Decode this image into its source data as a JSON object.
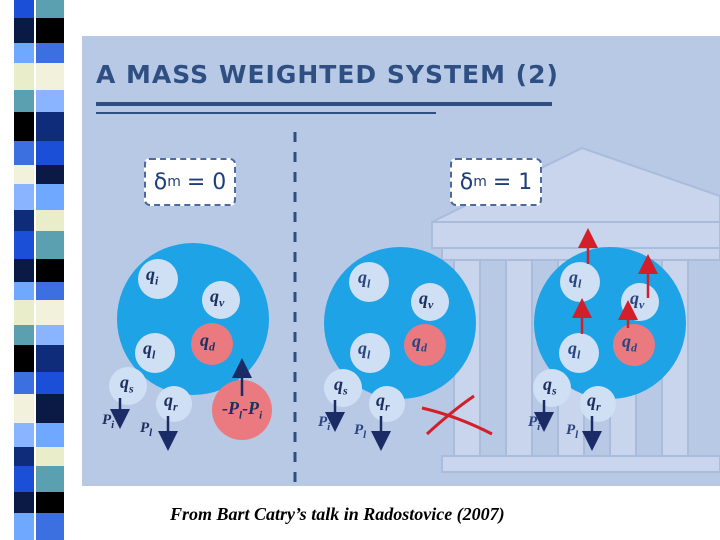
{
  "title": "A MASS WEIGHTED SYSTEM (2)",
  "panels": [
    {
      "delta": "δ",
      "sub": "m",
      "eq": "= 0"
    },
    {
      "delta": "δ",
      "sub": "m",
      "eq": "= 1"
    }
  ],
  "labels": {
    "qi": "q",
    "qi_sub": "i",
    "qv": "q",
    "qv_sub": "v",
    "ql": "q",
    "ql_sub": "l",
    "qd": "q",
    "qd_sub": "d",
    "qs": "q",
    "qs_sub": "s",
    "qr": "q",
    "qr_sub": "r",
    "Pi": "P",
    "Pi_sub": "i",
    "Pl": "P",
    "Pl_sub": "l",
    "flux": "-P",
    "flux_sub": "l",
    "flux_tail": "-P",
    "flux_tail_sub": "i"
  },
  "caption": "From Bart Catry’s talk in Radostovice (2007)",
  "colors": {
    "slide_bg": "#b8c9e6",
    "title": "#2f4f83",
    "pool": "#1ea3e6",
    "small_circle": "#cfe0f4",
    "red_circle": "#ea7a80",
    "arrow_red": "#d21f2a",
    "arrow_blue": "#1b2b66"
  }
}
